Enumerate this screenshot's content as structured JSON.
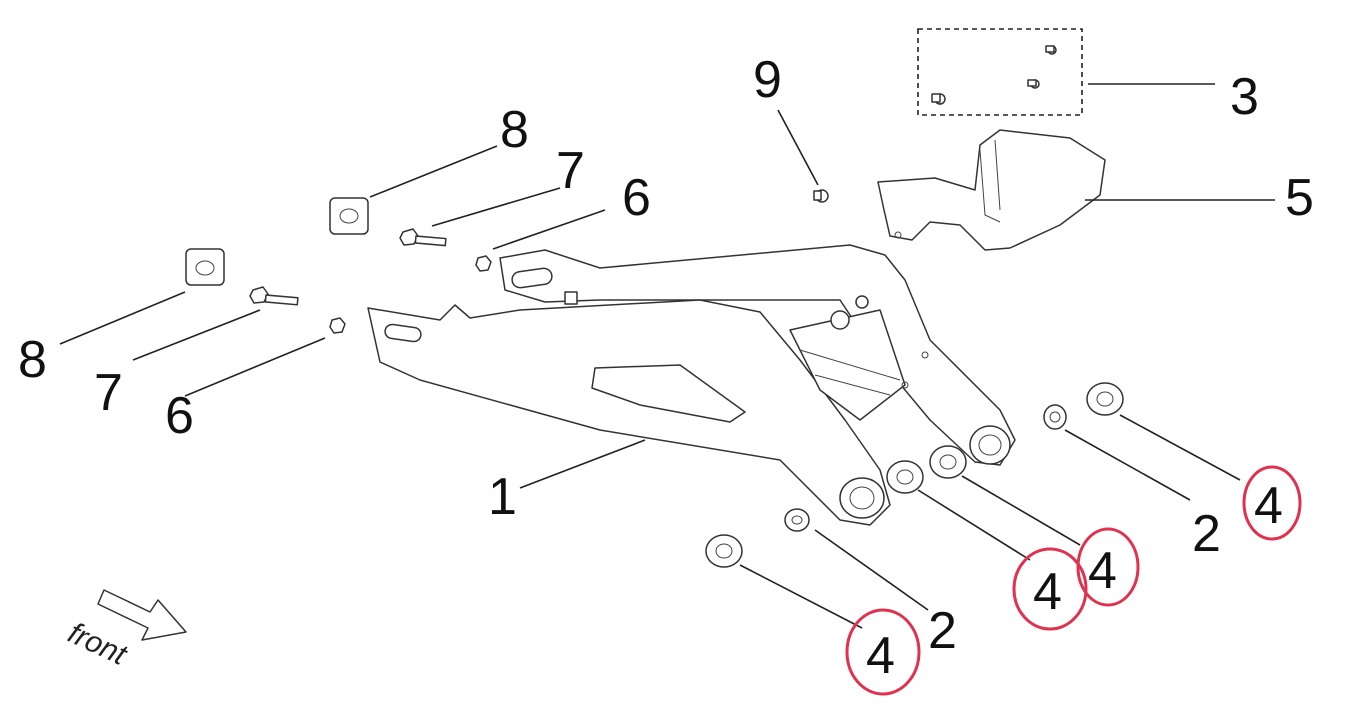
{
  "labels": {
    "l1": "1",
    "l2a": "2",
    "l2b": "2",
    "l3": "3",
    "l4a": "4",
    "l4b": "4",
    "l4c": "4",
    "l4d": "4",
    "l5": "5",
    "l6a": "6",
    "l6b": "6",
    "l7a": "7",
    "l7b": "7",
    "l8a": "8",
    "l8b": "8",
    "l9": "9"
  },
  "front_label": "front",
  "colors": {
    "highlight": "#e0314f",
    "line": "#222222",
    "background": "#ffffff"
  }
}
